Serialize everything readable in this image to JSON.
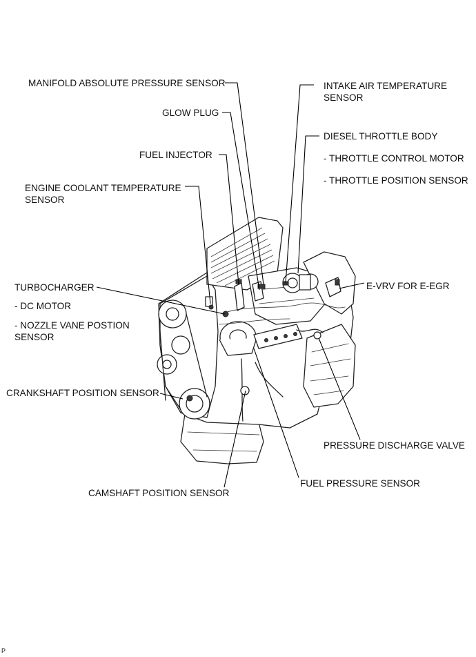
{
  "labels": {
    "manifold_absolute_pressure_sensor": "MANIFOLD ABSOLUTE PRESSURE SENSOR",
    "glow_plug": "GLOW PLUG",
    "fuel_injector": "FUEL INJECTOR",
    "engine_coolant_temperature_sensor_line1": "ENGINE COOLANT TEMPERATURE",
    "engine_coolant_temperature_sensor_line2": "SENSOR",
    "turbocharger": "TURBOCHARGER",
    "dc_motor": "- DC MOTOR",
    "nozzle_vane_position_sensor_line1": "- NOZZLE VANE POSTION",
    "nozzle_vane_position_sensor_line2": "SENSOR",
    "crankshaft_position_sensor": "CRANKSHAFT POSITION SENSOR",
    "camshaft_position_sensor": "CAMSHAFT POSITION SENSOR",
    "intake_air_temperature_sensor_line1": "INTAKE AIR TEMPERATURE",
    "intake_air_temperature_sensor_line2": "SENSOR",
    "diesel_throttle_body": "DIESEL THROTTLE BODY",
    "throttle_control_motor": "- THROTTLE CONTROL MOTOR",
    "throttle_position_sensor": "- THROTTLE POSITION SENSOR",
    "e_vrv_for_e_egr": "E-VRV FOR E-EGR",
    "pressure_discharge_valve": "PRESSURE DISCHARGE VALVE",
    "fuel_pressure_sensor": "FUEL PRESSURE SENSOR"
  },
  "footer": {
    "code": "P"
  },
  "colors": {
    "line": "#000000",
    "text": "#111111",
    "background": "#ffffff"
  }
}
